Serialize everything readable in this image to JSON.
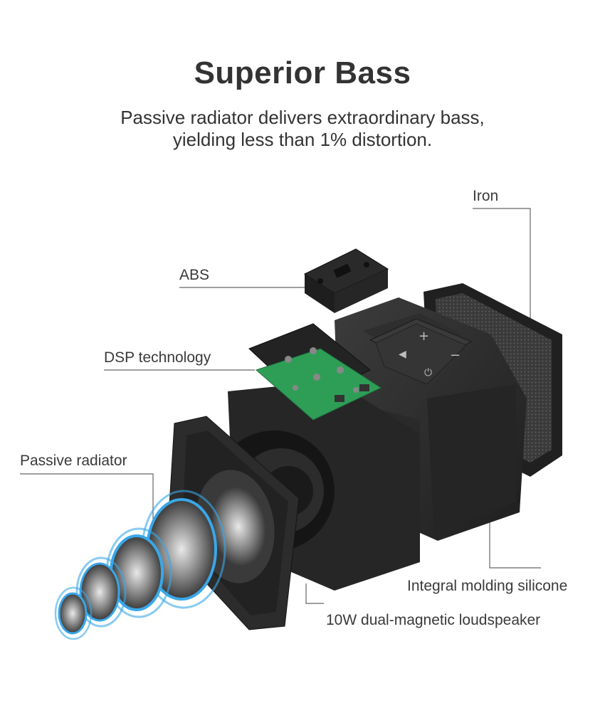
{
  "title": "Superior Bass",
  "subtitle_line1": "Passive radiator delivers extraordinary bass,",
  "subtitle_line2": "yielding less than 1% distortion.",
  "labels": {
    "iron": "Iron",
    "abs": "ABS",
    "dsp": "DSP technology",
    "passive_radiator": "Passive radiator",
    "silicone": "Integral molding silicone",
    "loudspeaker": "10W dual-magnetic loudspeaker"
  },
  "colors": {
    "text": "#333333",
    "pcb_green": "#2e9e57",
    "speaker_body": "#2b2b2b",
    "wave_blue": "#3aa7e8"
  }
}
